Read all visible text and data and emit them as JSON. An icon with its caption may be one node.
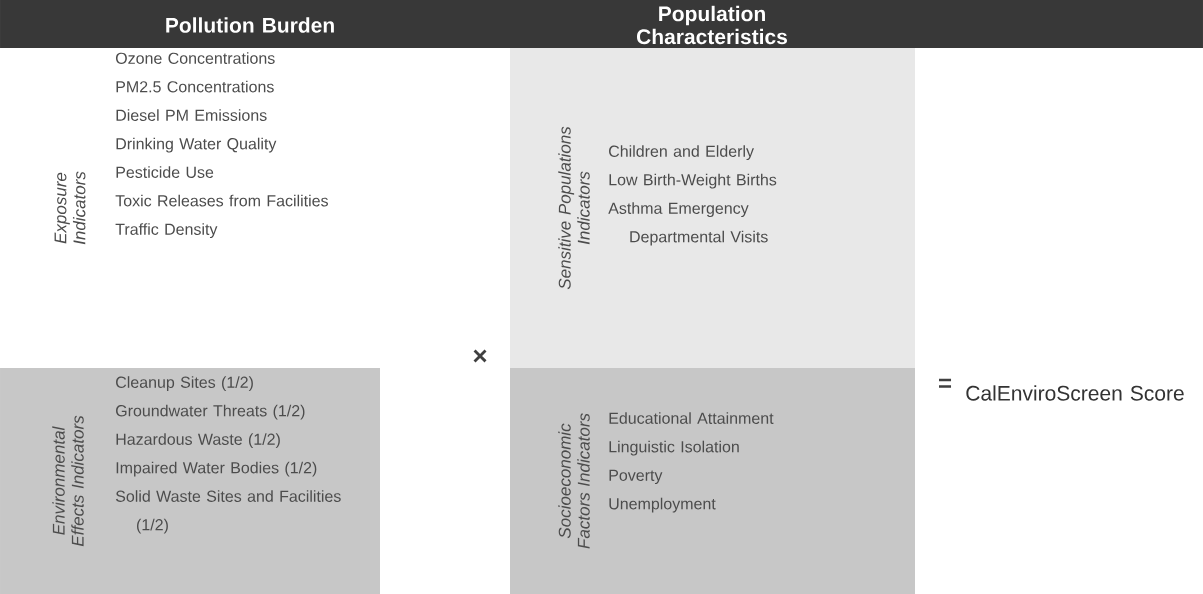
{
  "diagram": {
    "nodes": [
      {
        "text": [
          "Pollution Burden"
        ]
      },
      {
        "text": [
          "Population Characteristics"
        ]
      },
      {
        "text": [
          "Exposure Indicators",
          "Ozone Concentrations",
          "PM2.5 Concentrations",
          "Diesel PM Emissions",
          "Drinking Water Quality",
          "Pesticide Use",
          "Toxic Releases from Facilities",
          "Traffic Density"
        ]
      },
      {
        "text": [
          "Environmental Effects Indicators",
          "Cleanup Sites (1/2)",
          "Groundwater Threats (1/2)",
          "Hazardous Waste (1/2)",
          "Impaired Water Bodies (1/2)",
          "Solid Waste Sites and Facilities (1/2)"
        ]
      },
      {
        "text": [
          "Sensitive Populations Indicators",
          "Children and Elderly",
          "Low Birth-Weight Births",
          "Asthma Emergency Departmental Visits"
        ]
      },
      {
        "text": [
          "Socioeconomic Factors Indicators",
          "Educational Attainment",
          "Linguistic Isolation",
          "Poverty",
          "Unemployment"
        ]
      },
      {
        "text": [
          "CalEnviroScreen Score"
        ]
      }
    ],
    "labels": [
      "×",
      "="
    ]
  }
}
